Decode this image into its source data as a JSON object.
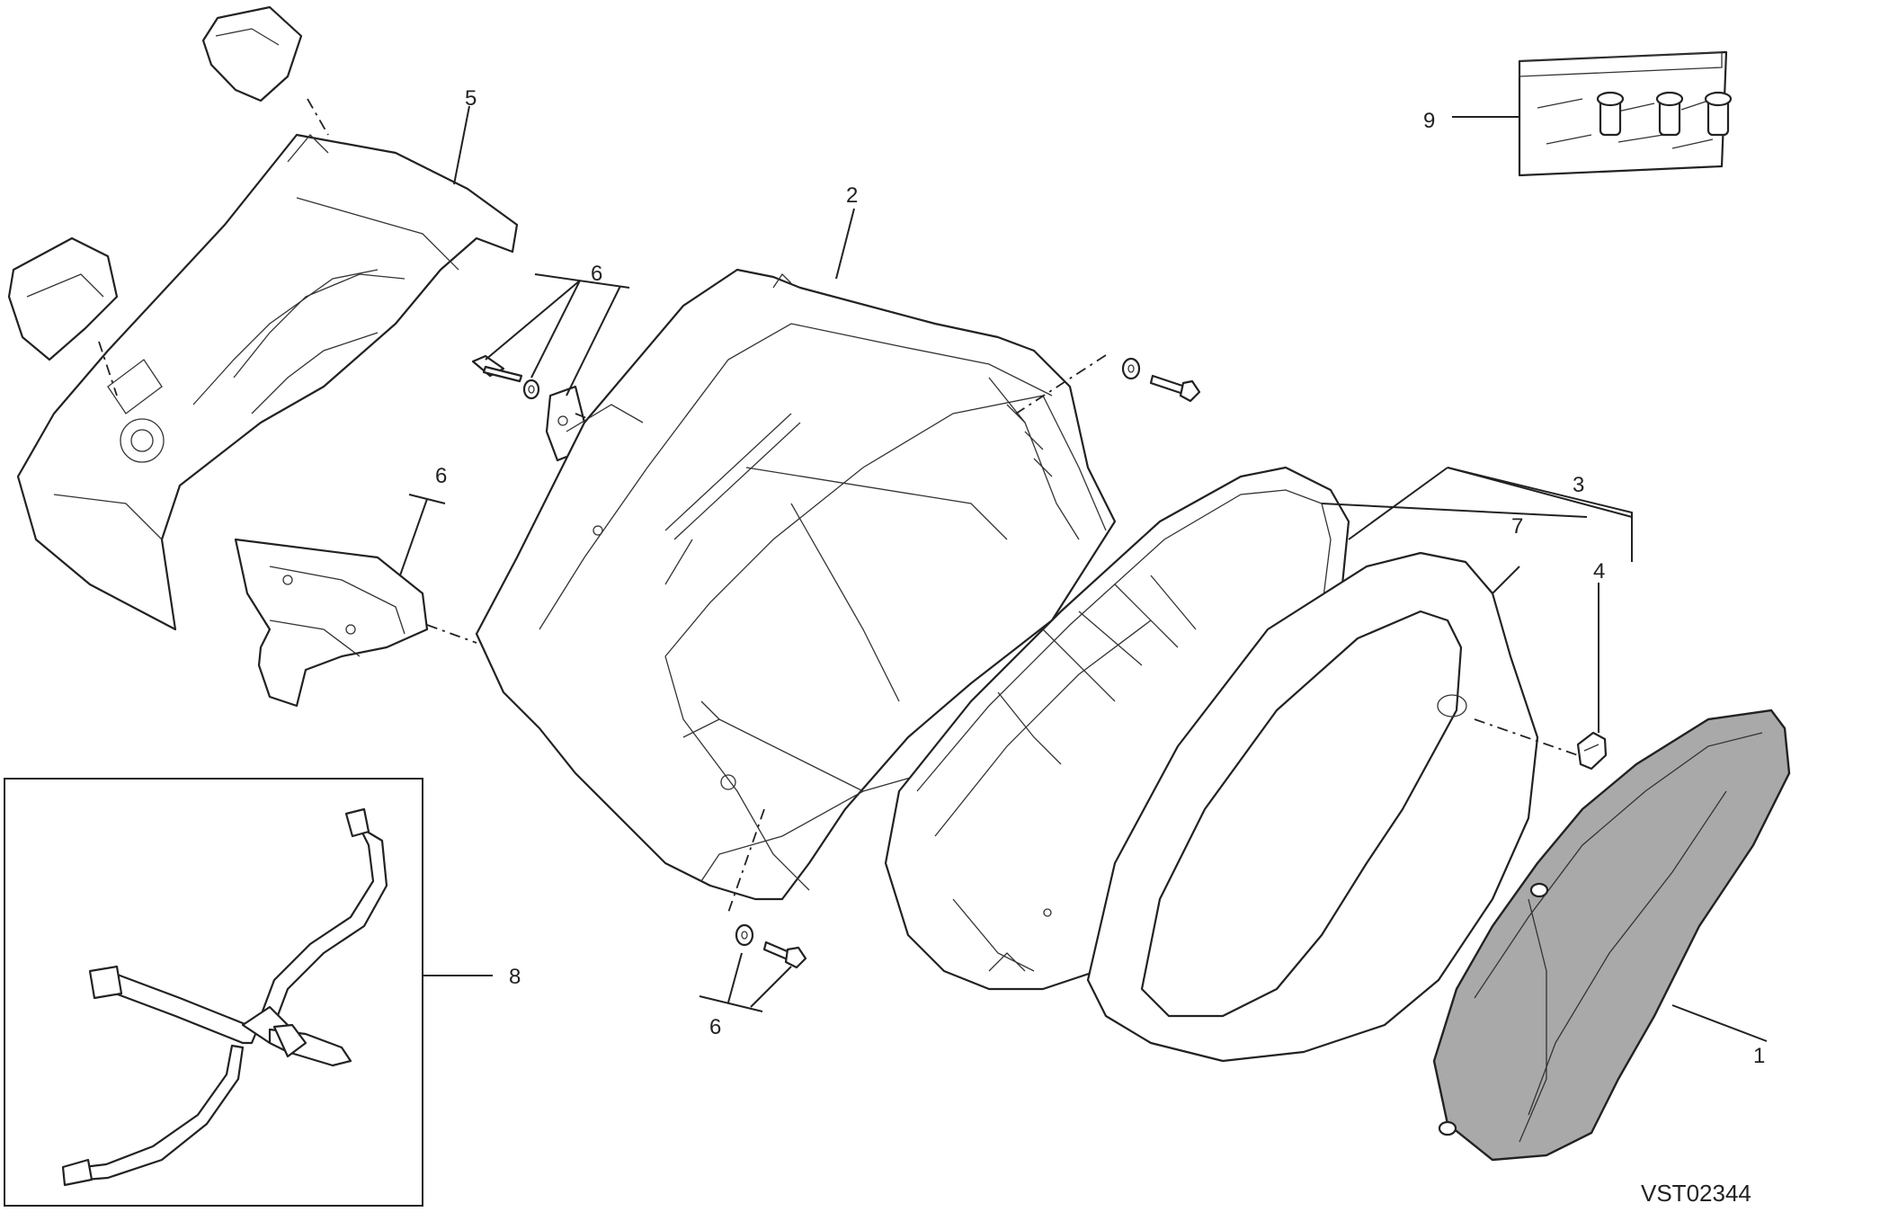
{
  "diagram": {
    "drawing_code": "VST02344",
    "callouts": [
      "1",
      "2",
      "3",
      "4",
      "5",
      "6",
      "6",
      "6",
      "7",
      "8",
      "9"
    ]
  }
}
